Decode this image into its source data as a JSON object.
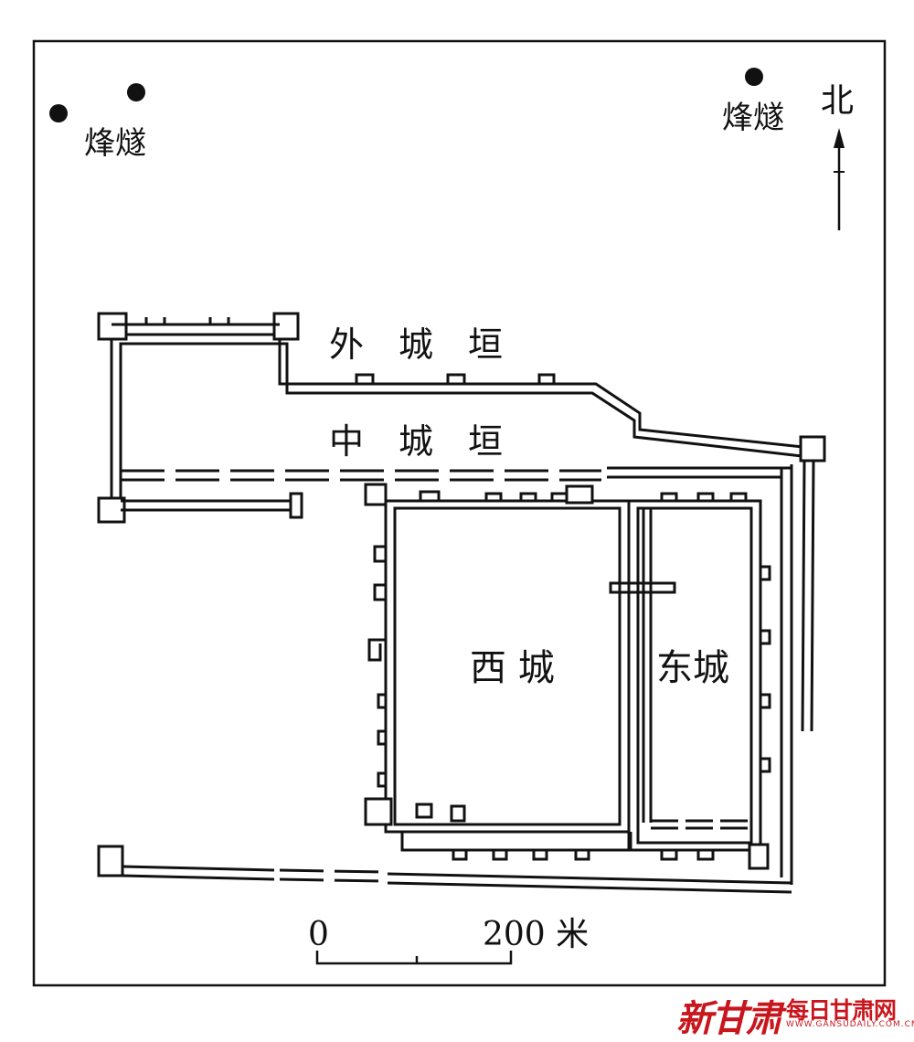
{
  "labels": {
    "beacon_left": "烽燧",
    "beacon_right": "烽燧",
    "north": "北",
    "outer_wall": "外　城　垣",
    "middle_wall": "中　城　垣",
    "west_city": "西 城",
    "east_city": "东城"
  },
  "scale": {
    "zero": "0",
    "length": "200 米"
  },
  "watermark": {
    "brand": "新甘肃",
    "site": "每日甘肃网",
    "url": "WWW.GANSUDAILY.COM.CN"
  },
  "colors": {
    "ink": "#111111",
    "watermark": "#c8161d"
  }
}
